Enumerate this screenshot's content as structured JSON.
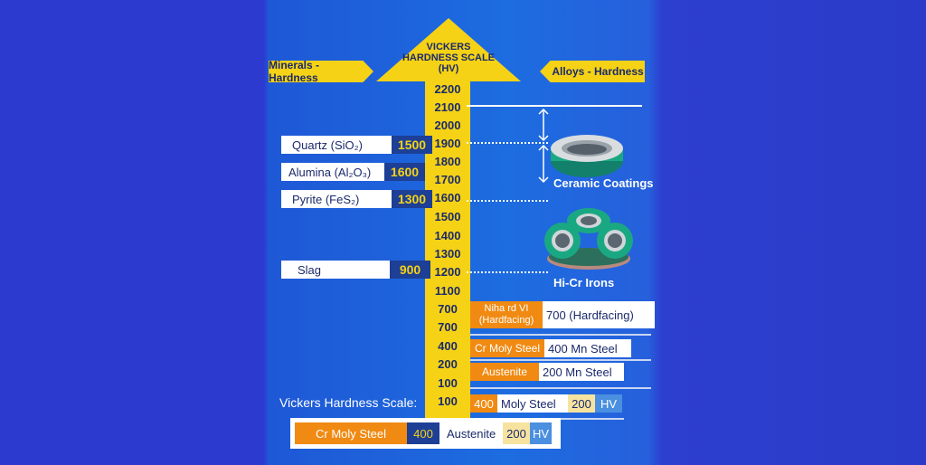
{
  "header": {
    "minerals_tag": "Minerals - Hardness",
    "alloys_tag": "Alloys - Hardness",
    "scale_title_lines": [
      "VICKERS",
      "HARDNESS SCALE",
      "(HV)"
    ]
  },
  "scale_ticks": [
    "2200",
    "2100",
    "2000",
    "1900",
    "1800",
    "1700",
    "1600",
    "1500",
    "1400",
    "1300",
    "1200",
    "1100",
    "700",
    "700",
    "400",
    "200",
    "100",
    "100"
  ],
  "minerals": [
    {
      "name": "Quartz (SiO₂)",
      "value": "1500"
    },
    {
      "name": "Alumina (Al₂O₃)",
      "value": "1600"
    },
    {
      "name": "Pyrite (FeS₂)",
      "value": "1300"
    },
    {
      "name": "Slag",
      "value": "900"
    }
  ],
  "products": {
    "ceramic_label": "Ceramic Coatings",
    "hicr_label": "Hi-Cr Irons"
  },
  "alloys": [
    {
      "tag": "Niha rd VI (Hardfacing)",
      "desc": "700  (Hardfacing)"
    },
    {
      "tag": "Cr Moly Steel",
      "desc": "400  Mn Steel"
    },
    {
      "tag": "Austenite",
      "desc": "200  Mn Steel"
    }
  ],
  "vickers_row": {
    "label": "Vickers Hardness Scale:",
    "value1": "400",
    "name": "Moly Steel",
    "value2": "200",
    "unit": "HV"
  },
  "bottom_row": {
    "name1": "Cr Moly Steel",
    "value1": "400",
    "name2": "Austenite",
    "value2": "200",
    "unit": "HV"
  },
  "colors": {
    "yellow": "#f5d215",
    "orange": "#f08a12",
    "navy": "#1d3f95",
    "ceramic_green": "#1aa882"
  }
}
